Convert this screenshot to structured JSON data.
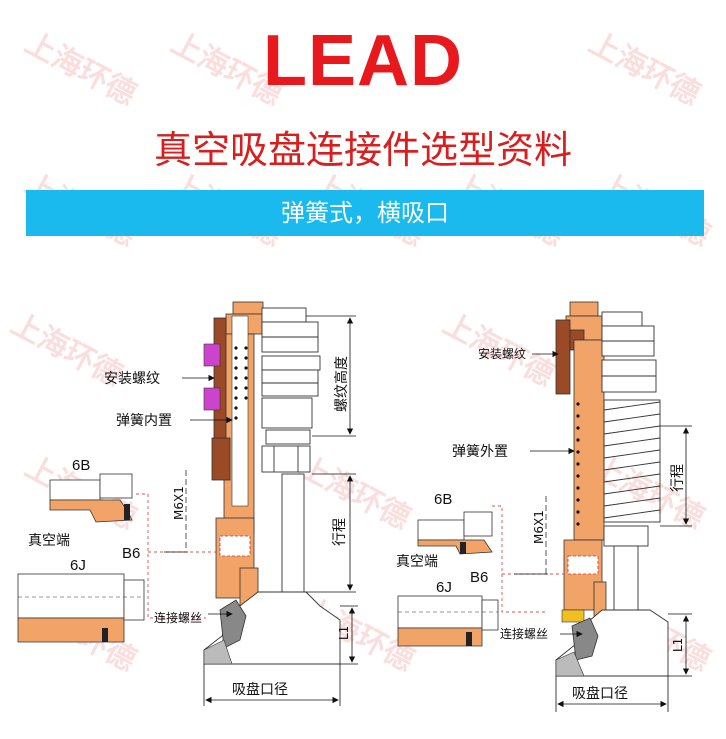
{
  "watermark": "上海环德",
  "brand": "LEAD",
  "title": "真空吸盘连接件选型资料",
  "banner": "弹簧式，横吸口",
  "colors": {
    "brand_red": "#e8191d",
    "banner_blue": "#1ab9ee",
    "body_orange": "#f2a468",
    "dark_brown": "#9b4a28",
    "magenta_tab": "#cc44cc",
    "dim_red": "#d9534f"
  },
  "left_diagram": {
    "install_thread": "安装螺纹",
    "spring_inner": "弹簧内置",
    "thread_height": "螺纹高度",
    "m6x1": "M6X1",
    "stroke": "行程",
    "vacuum_end": "真空端",
    "fitting_6b": "6B",
    "fitting_b6": "B6",
    "fitting_6j": "6J",
    "connect_thread": "连接螺丝",
    "l1": "L1",
    "cup_diameter": "吸盘口径"
  },
  "right_diagram": {
    "install_thread": "安装螺纹",
    "spring_outer": "弹簧外置",
    "stroke": "行程",
    "m6x1": "M6X1",
    "vacuum_end": "真空端",
    "fitting_6b": "6B",
    "fitting_b6": "B6",
    "fitting_6j": "6J",
    "connect_thread": "连接螺丝",
    "l1": "L1",
    "cup_diameter": "吸盘口径"
  }
}
